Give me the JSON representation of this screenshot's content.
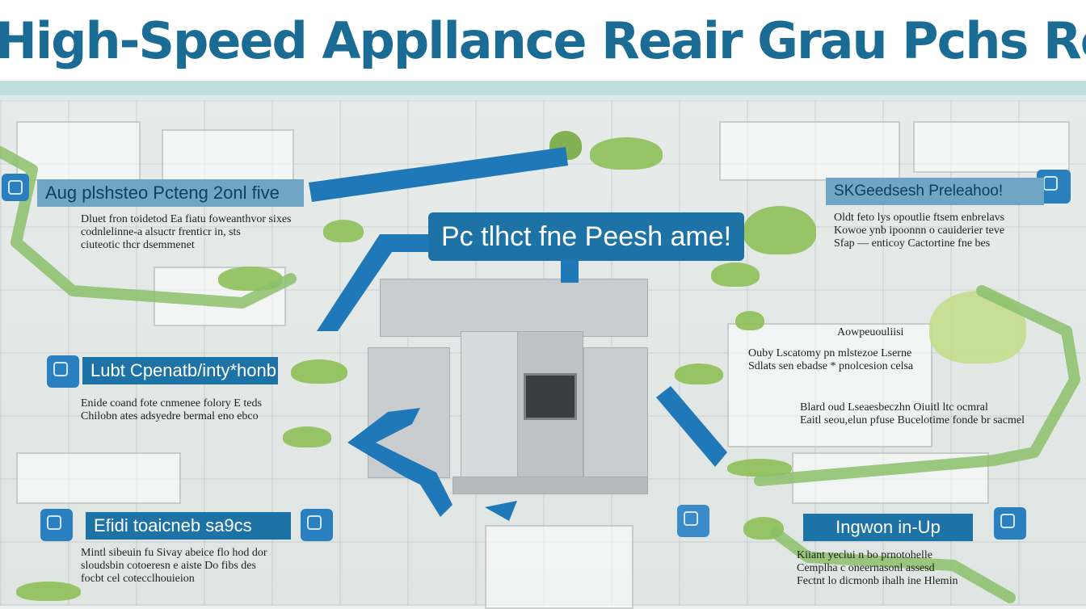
{
  "title": "High-Speed Appllance Reair Grau Pchs Rese Plan",
  "callout": "Pc tlhct fne Peesh ame!",
  "labels": {
    "top_left": "Aug plshsteo  Pcteng 2onl five",
    "top_right": "SKGeedsesh  Preleahoo!",
    "mid_left": "Lubt Cpenatb/inty*honb",
    "bottom_left": "Efidi toaicneb  sa9cs",
    "bottom_right": "Ingwon in-Up"
  },
  "descriptions": {
    "top_left": [
      "Dluet fron toidetod  Ea fiatu foweanthvor sixes",
      "codnlelinne-a alsuctr frenticr in, sts",
      "ciuteotic thcr dsemmenet"
    ],
    "top_right": [
      "Oldt feto lys opoutlie ftsem enbrelavs",
      "Kowoe ynb ipoonnn o cauiderier teve",
      "Sfap — enticoy Cactortine fne bes"
    ],
    "mid_left": [
      "Enide coand fote cnmenee folory E teds",
      "Chilobn ates adsyedre bermal eno ebco"
    ],
    "mid_right_heading": "Aowpeuouliisi",
    "mid_right": [
      "Ouby Lscatomy pn mlstezoe Lserne",
      "Sdlats sen ebadse * pnolcesion celsa"
    ],
    "lower_right": [
      "Blard oud Lseaesbeczhn  Oiuitl ltc ocmral",
      "Eaitl seou,elun pfuse Bucelotime fonde br sacmel"
    ],
    "bottom_left": [
      "Mintl sibeuin fu Sivay abeice flo hod dor",
      "sloudsbin cotoeresn e aiste Do fibs des",
      "focbt cel cotecclhouieion"
    ],
    "bottom_right": [
      "Kiiant yeclui n bo prnotohelle",
      "Cemplha c oneernasonl assesd",
      "Fectnt lo dicmonb  ihalh ine Hlemin"
    ]
  },
  "colors": {
    "title": "#1a6c95",
    "label": "#1d72a6",
    "arrow": "#1f78b8",
    "connector": "#8cbf6a"
  }
}
